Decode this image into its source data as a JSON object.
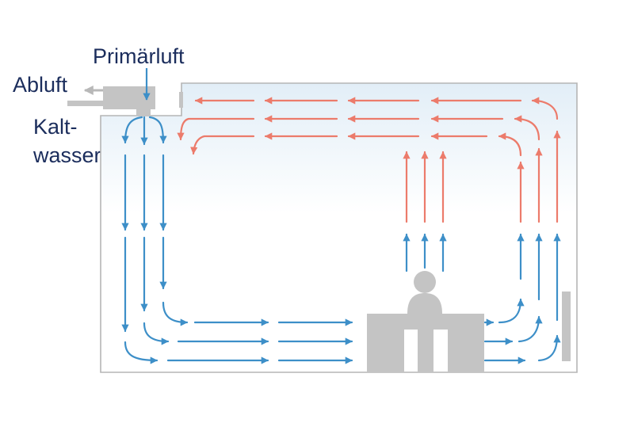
{
  "labels": {
    "primary_air": "Primärluft",
    "exhaust_air": "Abluft",
    "cold_water_line1": "Kalt-",
    "cold_water_line2": "wasser"
  },
  "colors": {
    "cool_air": "#3d8fc8",
    "warm_air": "#ec7b6b",
    "room_outline": "#b5b5b5",
    "room_top_tint": "#e2eef7",
    "equipment_gray": "#c4c4c4",
    "label_text": "#1b2d5c"
  },
  "icons": {
    "beam_unit": "chilled-beam-unit-icon",
    "person": "seated-person-icon",
    "desk": "desk-icon",
    "radiator": "wall-radiator-icon"
  }
}
